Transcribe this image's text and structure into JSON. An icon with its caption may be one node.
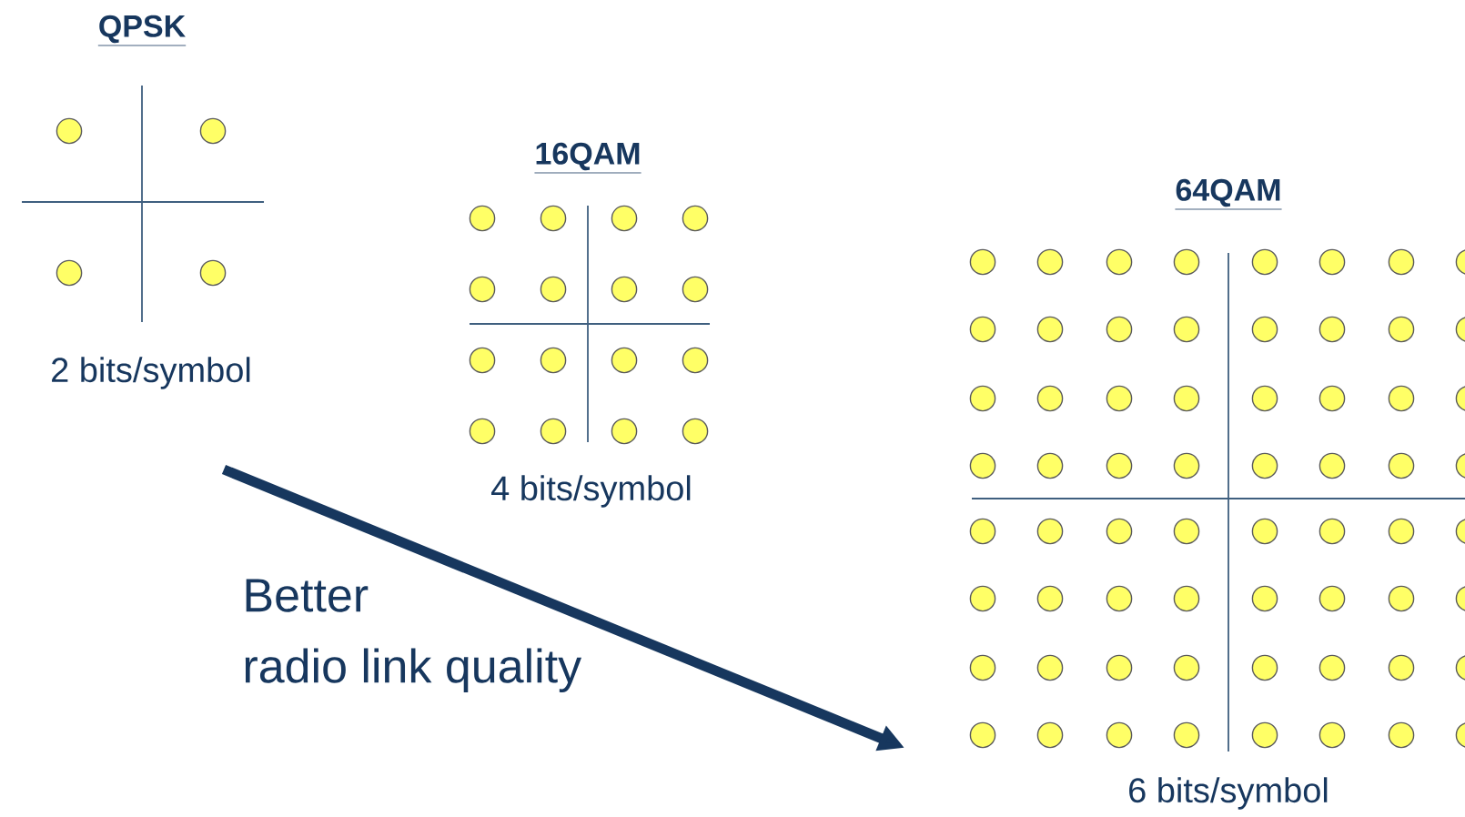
{
  "diagram": {
    "labels": [
      "QPSK",
      "2 bits/symbol",
      "16QAM",
      "4 bits/symbol",
      "64QAM",
      "6 bits/symbol",
      "Better radio link quality"
    ]
  }
}
